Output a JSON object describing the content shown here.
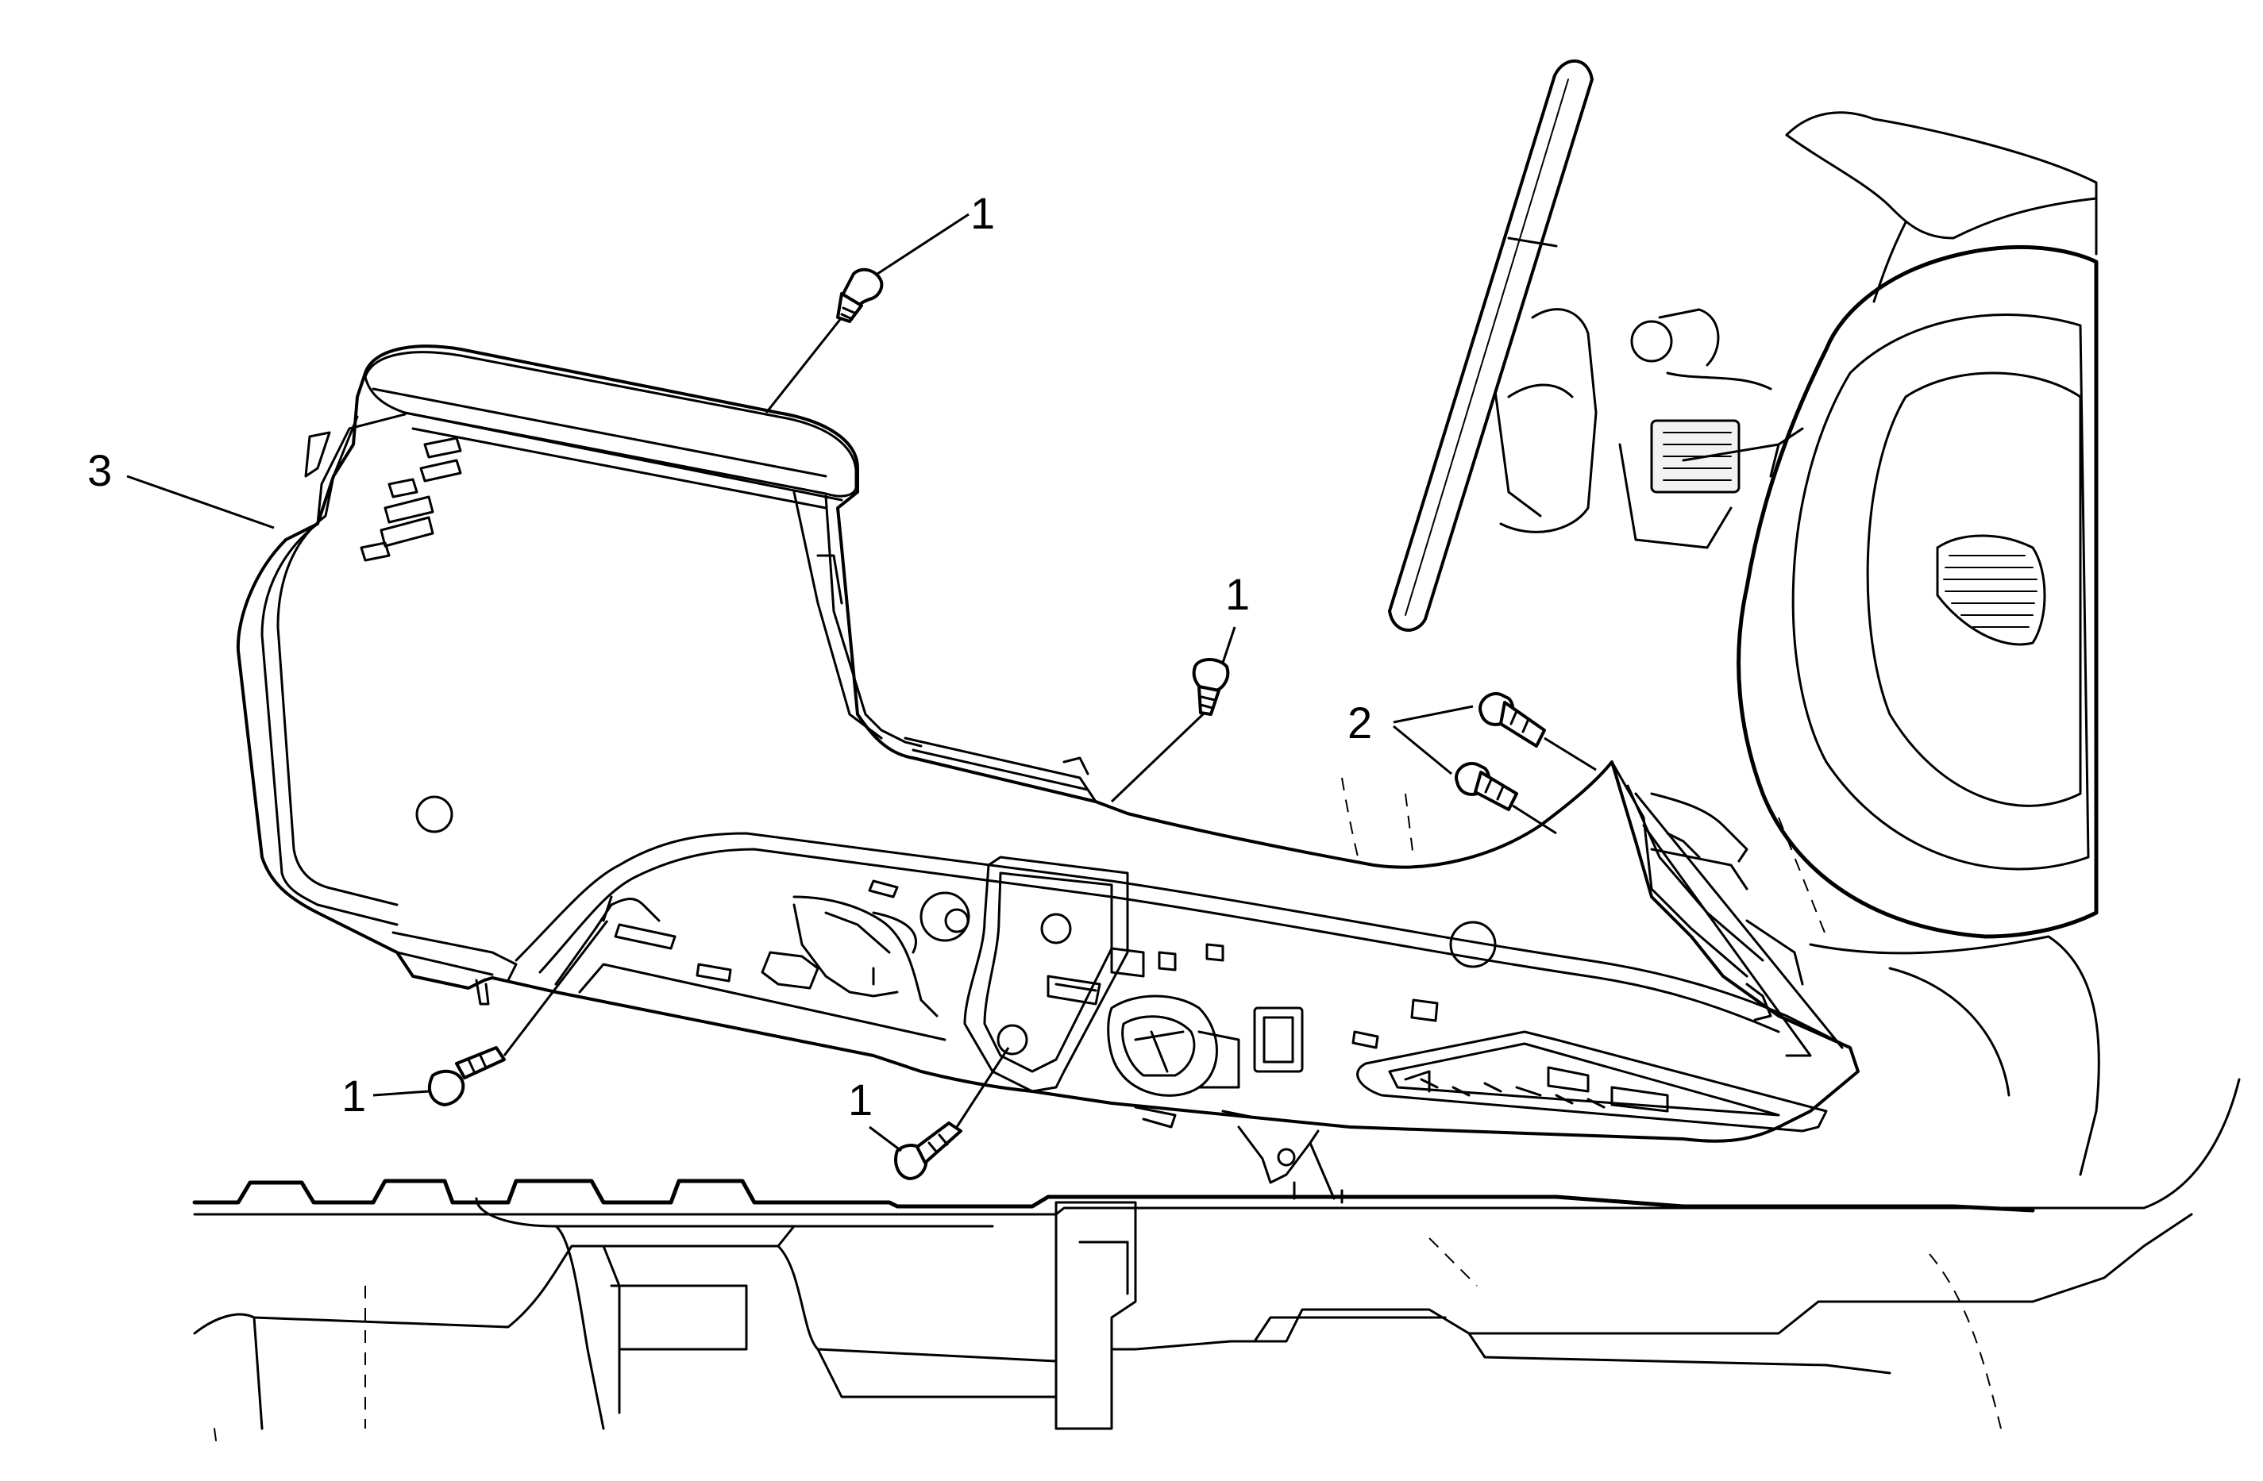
{
  "callouts": {
    "c1_top": "1",
    "c1_mid": "1",
    "c1_left": "1",
    "c1_bottom": "1",
    "c2": "2",
    "c3": "3"
  }
}
